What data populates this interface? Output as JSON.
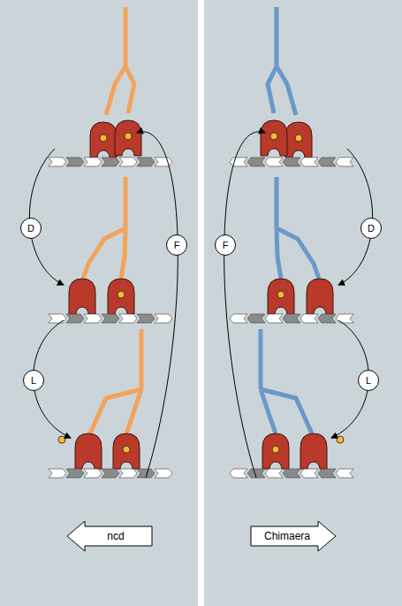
{
  "diagram": {
    "nodes": [
      {
        "text": [
          "D"
        ]
      },
      {
        "text": [
          "L"
        ]
      },
      {
        "text": [
          "F"
        ]
      },
      {
        "text": [
          "ncd"
        ]
      },
      {
        "text": [
          "F"
        ]
      },
      {
        "text": [
          "D"
        ]
      },
      {
        "text": [
          "L"
        ]
      },
      {
        "text": [
          "Chimaera"
        ]
      }
    ]
  }
}
